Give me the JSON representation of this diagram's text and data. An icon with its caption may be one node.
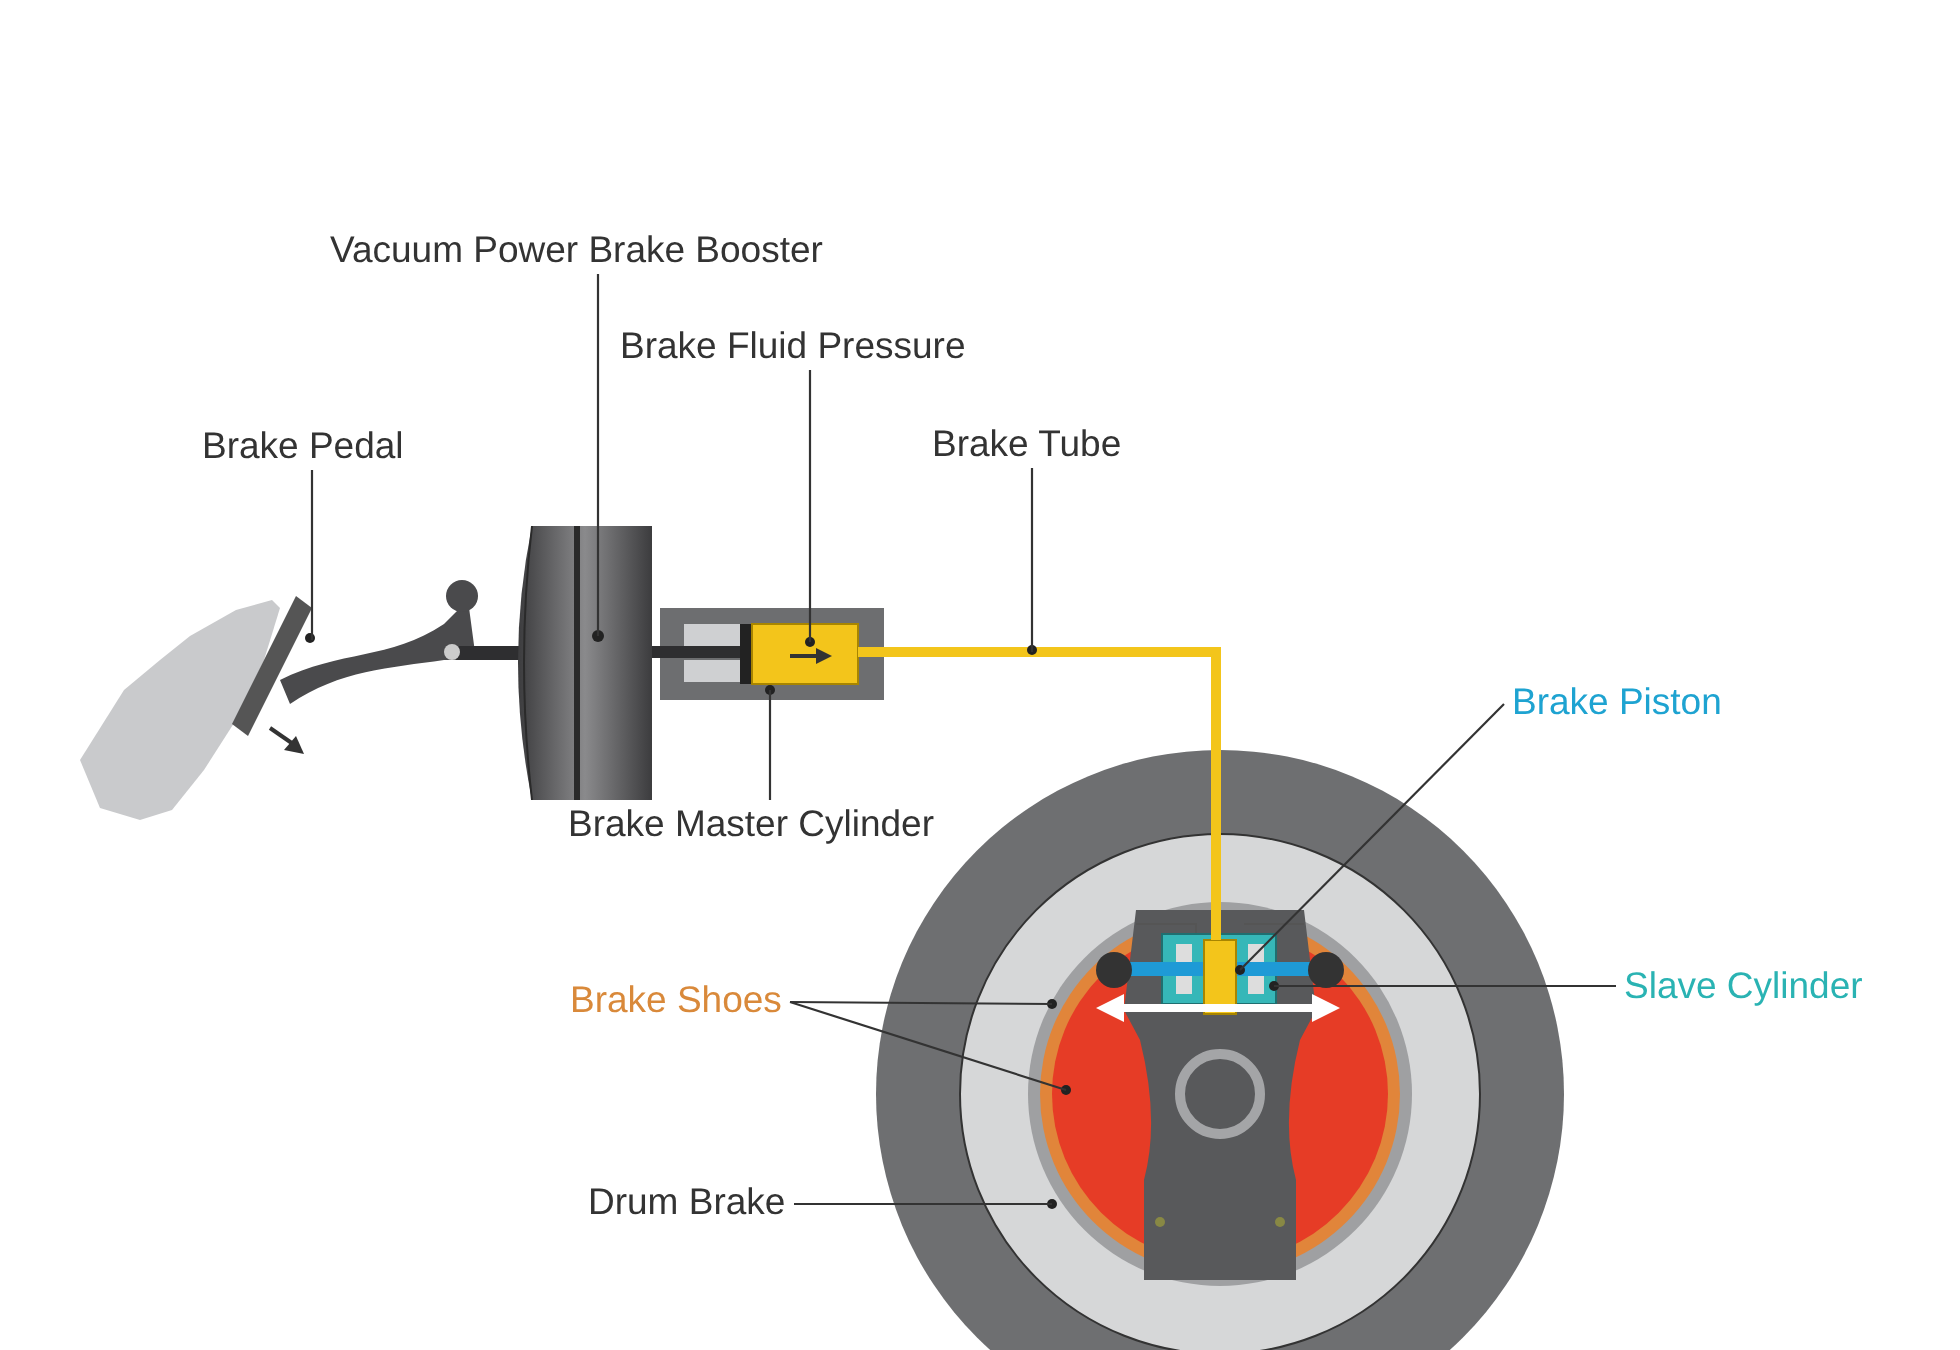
{
  "diagram": {
    "nodes": [
      {
        "text": [
          "Vacuum Power Brake Booster"
        ]
      },
      {
        "text": [
          "Brake Fluid Pressure"
        ]
      },
      {
        "text": [
          "Brake Pedal"
        ]
      },
      {
        "text": [
          "Brake Tube"
        ]
      },
      {
        "text": [
          "Brake Piston"
        ]
      },
      {
        "text": [
          "Brake Master Cylinder"
        ]
      },
      {
        "text": [
          "Brake Shoes"
        ]
      },
      {
        "text": [
          "Slave Cylinder"
        ]
      },
      {
        "text": [
          "Drum Brake"
        ]
      },
      {
        "text": [],
        "shape": "picture"
      },
      {
        "text": [],
        "shape": "picture"
      },
      {
        "text": [],
        "shape": "picture"
      },
      {
        "text": [],
        "shape": "picture"
      },
      {
        "text": [],
        "shape": "picture"
      }
    ],
    "edges": [
      {
        "from": 0,
        "to": 10,
        "arrow": "none"
      },
      {
        "from": 1,
        "to": 11,
        "arrow": "none"
      },
      {
        "from": 2,
        "to": 9,
        "arrow": "none"
      },
      {
        "from": 3,
        "to": 12,
        "arrow": "none"
      },
      {
        "from": 4,
        "to": 13,
        "arrow": "none"
      },
      {
        "from": 5,
        "to": 11,
        "arrow": "none"
      },
      {
        "from": 6,
        "to": 13,
        "arrow": "none"
      },
      {
        "from": 6,
        "to": 13,
        "arrow": "none"
      },
      {
        "from": 7,
        "to": 13,
        "arrow": "none"
      },
      {
        "from": 8,
        "to": 13,
        "arrow": "none"
      }
    ]
  }
}
